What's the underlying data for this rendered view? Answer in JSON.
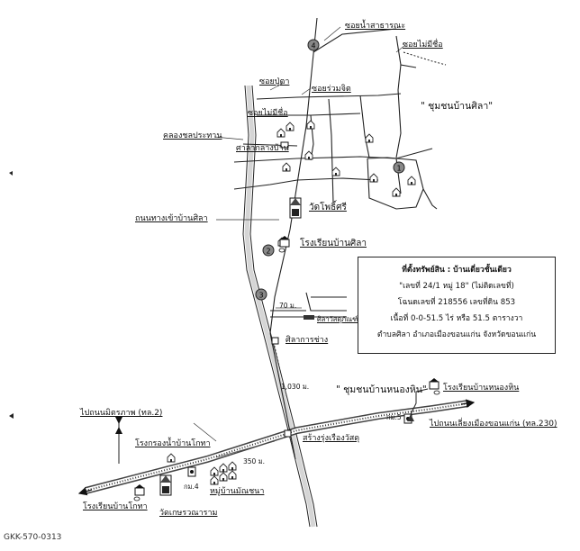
{
  "labels": {
    "water_alley": "ซอยน้ำสาธารณะ",
    "unnamed_alley_top": "ซอยไม่มีชื่อ",
    "alley_pita": "ซอยปู่ตา",
    "alley_ruamjai": "ซอยร่วมจิต",
    "unnamed_alley_left": "ซอยไม่มีชื่อ",
    "irrigation_canal": "คลองชลประทาน",
    "village_pavilion": "ศาลากลางบ้าน",
    "community_silla": "\" ชุมชนบ้านศิลา\"",
    "temple_pho": "วัดโพธิ์ศรี",
    "access_road": "ถนนทางเข้าบ้านศิลา",
    "school_silla": "โรงเรียนบ้านศิลา",
    "distance_70": "70 ม.",
    "silla_store": "ศิลาวัสดุภัณฑ์",
    "silla_garage": "ศิลาการช่าง",
    "distance_1030": "1,030 ม.",
    "community_nonghin": "\" ชุมชนบ้านหนองหิน\"",
    "school_nonghin": "โรงเรียนบ้านหนองหิน",
    "to_mittraphap": "ไปถนนมิตรภาพ (ทล.2)",
    "water_plant": "โรงกรองน้ำบ้านโกทา",
    "km4": "กม.4",
    "km5": "กม.5",
    "to_bypass": "ไปถนนเลี่ยงเมืองขอนแก่น (ทล.230)",
    "distance_350": "350 ม.",
    "sangrung": "สร้างรุ่งเรืองวัสดุ",
    "village_monchana": "หมู่บ้านมัณชนา",
    "school_kota": "โรงเรียนบ้านโกทา",
    "temple_kaset": "วัดเกษรวณาราม"
  },
  "markers": [
    "1",
    "2",
    "3",
    "4"
  ],
  "info_box": {
    "line1": "ที่ตั้งทรัพย์สิน : บ้านเดี่ยวชั้นเดียว",
    "line2": "\"เลขที่ 24/1 หมู่ 18\" (ไม่ติดเลขที่)",
    "line3": "โฉนดเลขที่  218556 เลขที่ดิน  853",
    "line4": "เนื้อที่ 0-0-51.5 ไร่ หรือ 51.5  ตารางวา",
    "line5": "ตำบลศิลา  อำเภอเมืองขอนแก่น  จังหวัดขอนแก่น"
  },
  "footer_code": "GKK-570-0313"
}
